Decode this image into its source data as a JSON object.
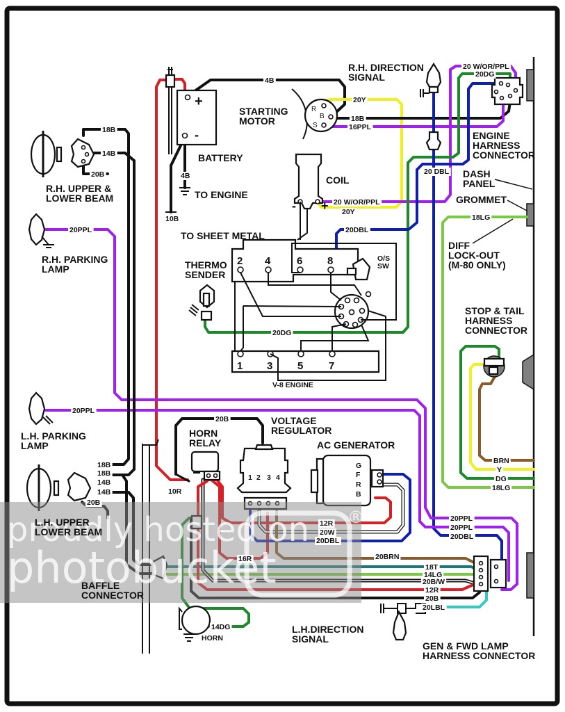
{
  "diagram": {
    "title": "Chevrolet truck V-8 engine compartment wiring diagram",
    "colors": {
      "black": "#111111",
      "red": "#d71f26",
      "purple": "#a020f0",
      "yellow": "#f0f01e",
      "blue": "#1020a8",
      "dark_green": "#1c8a2a",
      "light_green": "#7ac943",
      "brown": "#8b5a2b",
      "tan": "#1a7a7a",
      "light_blue": "#35c6c6",
      "white_wire": "#ffffff",
      "gray_part": "#808080",
      "watermark_band": "#9a9a9a"
    },
    "components": {
      "rh_beam": "R.H. UPPER &",
      "rh_beam_2": "LOWER BEAM",
      "rh_parking": "R.H. PARKING",
      "rh_parking_2": "LAMP",
      "battery": "BATTERY",
      "battery_plus": "+",
      "battery_minus": "-",
      "to_engine": "TO ENGINE",
      "to_sheet_metal": "TO SHEET METAL",
      "starting_motor": "STARTING",
      "starting_motor_2": "MOTOR",
      "starter_r": "R",
      "starter_b": "B",
      "starter_s": "S",
      "rh_direction": "R.H. DIRECTION",
      "rh_direction_2": "SIGNAL",
      "coil": "COIL",
      "coil_minus": "-",
      "coil_plus": "+",
      "engine_harness": "ENGINE",
      "engine_harness_2": "HARNESS",
      "engine_harness_3": "CONNECTOR",
      "dash_panel": "DASH",
      "dash_panel_2": "PANEL",
      "grommet": "GROMMET",
      "diff_lockout": "DIFF",
      "diff_lockout_2": "LOCK-OUT",
      "diff_lockout_3": "(M-80 ONLY)",
      "thermo_sender": "THERMO",
      "thermo_sender_2": "SENDER",
      "os_sw": "O/S",
      "os_sw_2": "SW",
      "v8_engine": "V-8 ENGINE",
      "stop_tail": "STOP & TAIL",
      "stop_tail_2": "HARNESS",
      "stop_tail_3": "CONNECTOR",
      "lh_parking": "L.H. PARKING",
      "lh_parking_2": "LAMP",
      "lh_beam": "L.H. UPPER",
      "lh_beam_2": "LOWER BEAM",
      "horn_relay": "HORN",
      "horn_relay_2": "RELAY",
      "voltage_regulator": "VOLTAGE",
      "voltage_regulator_2": "REGULATOR",
      "reg_terminals": [
        "1",
        "2",
        "3",
        "4"
      ],
      "ac_generator": "AC GENERATOR",
      "gen_terminals": [
        "G",
        "F",
        "R",
        "B"
      ],
      "baffle_connector": "BAFFLE",
      "baffle_connector_2": "CONNECTOR",
      "horn": "HORN",
      "lh_direction": "L.H.DIRECTION",
      "lh_direction_2": "SIGNAL",
      "gen_fwd_lamp": "GEN & FWD LAMP",
      "gen_fwd_lamp_2": "HARNESS CONNECTOR"
    },
    "cylinders": {
      "top": [
        "2",
        "4",
        "6",
        "8"
      ],
      "bottom": [
        "1",
        "3",
        "5",
        "7"
      ]
    },
    "wires": {
      "rh_18b": "18B",
      "rh_14b": "14B",
      "rh_20b": "20B",
      "rh_park_20ppl": "20PPL",
      "bat_4b_top": "4B",
      "bat_4b_eng": "4B",
      "bat_10b": "10B",
      "st_20y": "20Y",
      "st_18b": "18B",
      "st_16ppl": "16PPL",
      "coil_20wor": "20 W/OR/PPL",
      "coil_20y": "20Y",
      "coil_20dbl": "20DBL",
      "eh_20wor": "20 W/OR/PPL",
      "eh_20dg": "20DG",
      "rh_sig_20dbl": "20 DBL",
      "diff_18lg": "18LG",
      "thermo_20dg": "20DG",
      "st_brn": "BRN",
      "st_y": "Y",
      "st_dg": "DG",
      "st_18lg": "18LG",
      "lh_park_20ppl": "20PPL",
      "lh_18b_1": "18B",
      "lh_18b_2": "18B",
      "lh_14b_1": "14B",
      "lh_14b_2": "14B",
      "lh_20b": "20B",
      "relay_20b": "20B",
      "relay_10r": "10R",
      "gen_12r": "12R",
      "gen_20w": "20W",
      "gen_20dbl": "20DBL",
      "reg_16r": "16R",
      "reg_20brn": "20BRN",
      "conn_20ppl_1": "20PPL",
      "conn_20ppl_2": "20PPL",
      "conn_20dbl": "20DBL",
      "conn_18t": "18T",
      "conn_14lg": "14LG",
      "conn_20bw": "20B/W",
      "conn_12r": "12R",
      "conn_20b": "20B",
      "conn_20lbl": "20LBL",
      "horn_14dg": "14DG"
    },
    "watermark": {
      "line1": "proudly hosted on",
      "line2": "photobucket",
      "registered": "®"
    }
  }
}
